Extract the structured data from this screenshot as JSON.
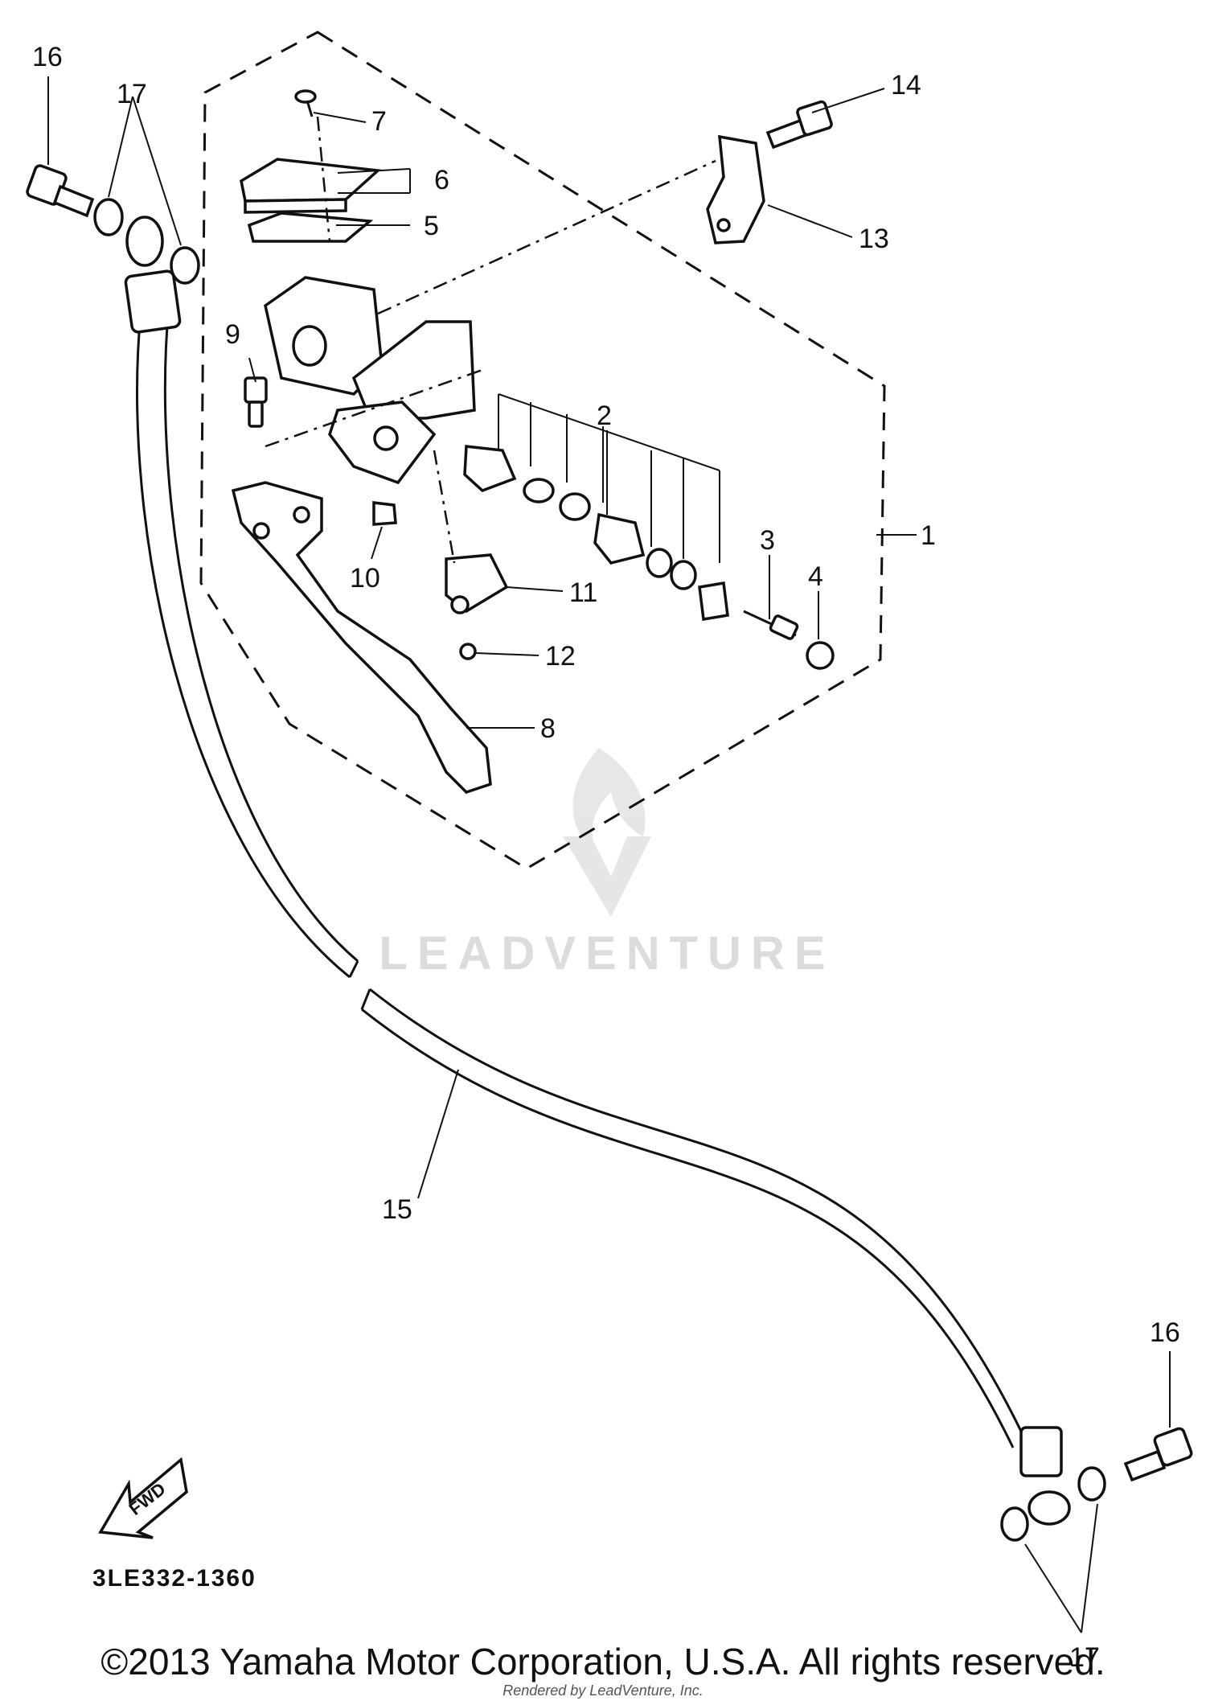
{
  "callouts": {
    "c1": "1",
    "c2": "2",
    "c3": "3",
    "c4": "4",
    "c5": "5",
    "c6": "6",
    "c7": "7",
    "c8": "8",
    "c9": "9",
    "c10": "10",
    "c11": "11",
    "c12": "12",
    "c13": "13",
    "c14": "14",
    "c15": "15",
    "c16_top": "16",
    "c17_top": "17",
    "c16_bottom": "16",
    "c17_bottom": "17"
  },
  "fwd_arrow_label": "FWD",
  "part_code": "3LE332-1360",
  "watermark": "LEADVENTURE",
  "copyright": "©2013 Yamaha Motor Corporation, U.S.A. All rights reserved.",
  "rendered_by": "Rendered by LeadVenture, Inc."
}
